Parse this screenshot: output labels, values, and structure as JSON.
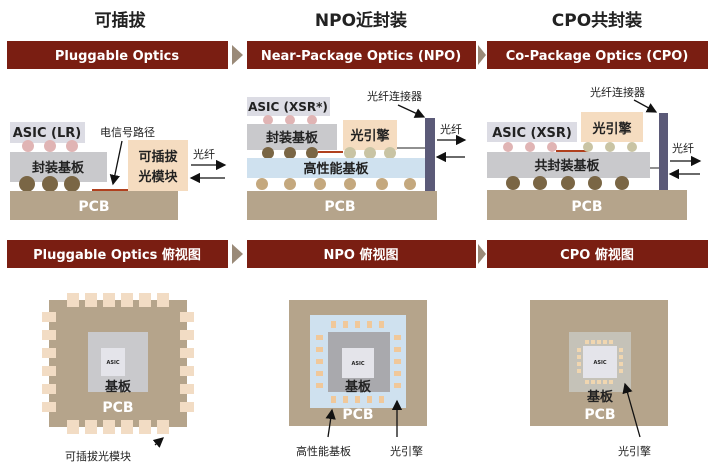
{
  "titles": [
    "可插拔",
    "NPO近封装",
    "CPO共封装"
  ],
  "banners_top": [
    "Pluggable Optics",
    "Near-Package Optics (NPO)",
    "Co-Package Optics (CPO)"
  ],
  "banners_bottom": [
    "Pluggable Optics 俯视图",
    "NPO 俯视图",
    "CPO 俯视图"
  ],
  "colors": {
    "banner": "#7a1e12",
    "pcb": "#b5a48b",
    "substrate": "#c9c9cc",
    "optical": "#f5dcc0",
    "hp_substrate": "#cfe1ef",
    "connector": "#5b5a78"
  },
  "pluggable": {
    "asic": "ASIC (LR)",
    "substrate": "封装基板",
    "module": [
      "可插拔",
      "光模块"
    ],
    "signal_path": "电信号路径",
    "fiber": "光纤",
    "pcb": "PCB"
  },
  "npo": {
    "asic": "ASIC (XSR*)",
    "substrate": "封装基板",
    "engine": "光引擎",
    "hp_substrate": "高性能基板",
    "connector": "光纤连接器",
    "fiber": "光纤",
    "pcb": "PCB"
  },
  "cpo": {
    "asic": "ASIC (XSR)",
    "engine": "光引擎",
    "substrate": "共封装基板",
    "connector": "光纤连接器",
    "fiber": "光纤",
    "pcb": "PCB"
  },
  "top_views": {
    "pluggable": {
      "asic": "ASIC",
      "substrate": "基板",
      "pcb": "PCB",
      "callout": "可插拔光模块"
    },
    "npo": {
      "asic": "ASIC",
      "substrate": "基板",
      "pcb": "PCB",
      "callout_left": "高性能基板",
      "callout_right": "光引擎"
    },
    "cpo": {
      "asic": "ASIC",
      "substrate": "基板",
      "pcb": "PCB",
      "callout": "光引擎"
    }
  }
}
